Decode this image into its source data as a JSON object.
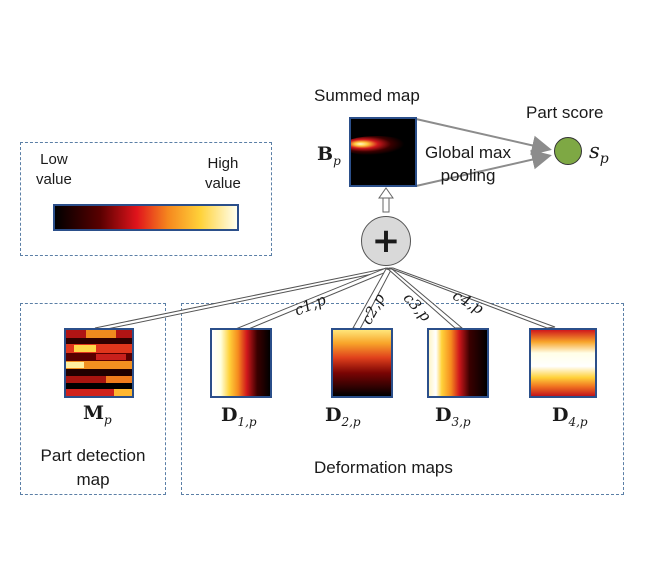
{
  "legend": {
    "low_label": "Low\nvalue",
    "high_label": "High\nvalue"
  },
  "summed_map": {
    "title": "Summed map",
    "symbol": "B",
    "subscript": "p"
  },
  "pooling": {
    "label": "Global max\npooling"
  },
  "part_score": {
    "title": "Part score",
    "symbol": "s",
    "subscript": "p"
  },
  "sum_node": {
    "symbol": "+"
  },
  "detection": {
    "symbol": "M",
    "subscript": "p",
    "caption": "Part detection\nmap"
  },
  "deformation": {
    "caption": "Deformation maps",
    "maps": [
      {
        "symbol": "D",
        "subscript": "1,p"
      },
      {
        "symbol": "D",
        "subscript": "2,p"
      },
      {
        "symbol": "D",
        "subscript": "3,p"
      },
      {
        "symbol": "D",
        "subscript": "4,p"
      }
    ],
    "weights": [
      {
        "label": "c1,p"
      },
      {
        "label": "c2,p"
      },
      {
        "label": "c3,p"
      },
      {
        "label": "c4,p"
      }
    ]
  },
  "colors": {
    "border": "#2b4f8a",
    "dashed": "#5b7fa6",
    "score_node": "#7ea844",
    "sum_node": "#d9d9d9"
  }
}
